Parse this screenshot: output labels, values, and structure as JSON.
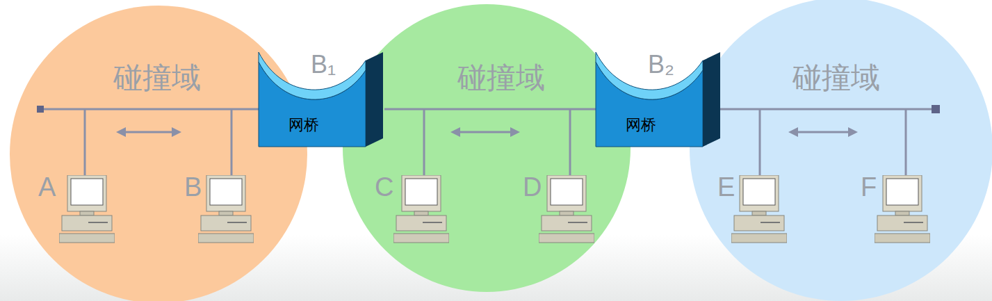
{
  "diagram": {
    "nodes": [
      {
        "text": [
          "碰撞域"
        ]
      },
      {
        "text": [
          "A"
        ],
        "in": 0
      },
      {
        "text": [
          "B"
        ],
        "in": 0
      },
      {
        "text": [
          "B₁",
          "网桥"
        ]
      },
      {
        "text": [
          "碰撞域"
        ]
      },
      {
        "text": [
          "C"
        ],
        "in": 4
      },
      {
        "text": [
          "D"
        ],
        "in": 4
      },
      {
        "text": [
          "B₂",
          "网桥"
        ]
      },
      {
        "text": [
          "碰撞域"
        ]
      },
      {
        "text": [
          "E"
        ],
        "in": 8
      },
      {
        "text": [
          "F"
        ],
        "in": 8
      }
    ],
    "edges": [
      {
        "from": 1,
        "to": 2,
        "arrow": "both"
      },
      {
        "from": 5,
        "to": 6,
        "arrow": "both"
      },
      {
        "from": 9,
        "to": 10,
        "arrow": "both"
      }
    ]
  }
}
